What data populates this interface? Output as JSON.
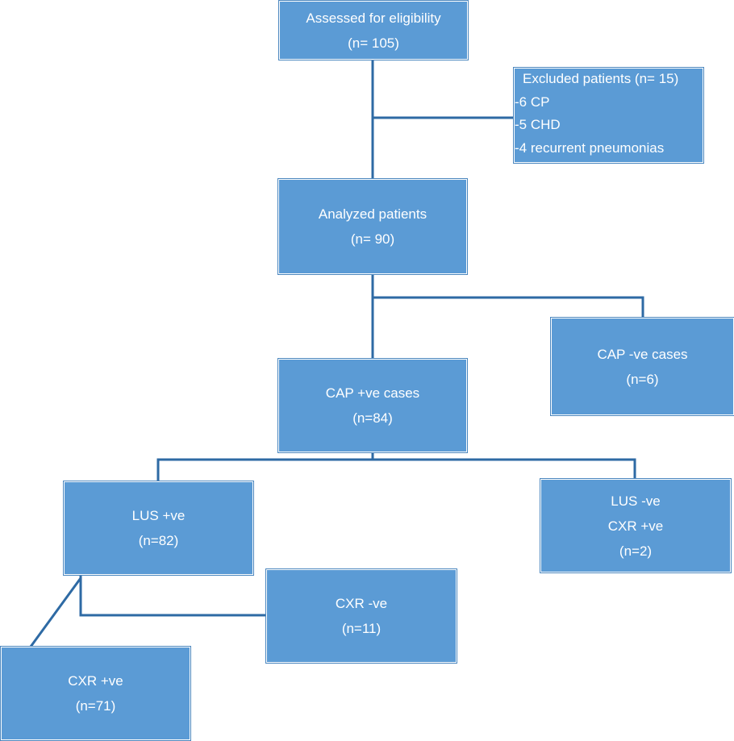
{
  "flowchart": {
    "assessed": {
      "title": "Assessed for eligibility",
      "count": "(n= 105)"
    },
    "excluded": {
      "title": "Excluded patients (n= 15)",
      "items": [
        "-6 CP",
        "-5 CHD",
        "-4 recurrent pneumonias"
      ]
    },
    "analyzed": {
      "title": "Analyzed  patients",
      "count": "(n= 90)"
    },
    "cap_negative": {
      "title": "CAP -ve cases",
      "count": "(n=6)"
    },
    "cap_positive": {
      "title": "CAP +ve cases",
      "count": "(n=84)"
    },
    "lus_positive": {
      "title": "LUS +ve",
      "count": "(n=82)"
    },
    "lus_negative": {
      "title": "LUS -ve",
      "subtitle": "CXR +ve",
      "count": "(n=2)"
    },
    "cxr_negative": {
      "title": "CXR -ve",
      "count": "(n=11)"
    },
    "cxr_positive": {
      "title": "CXR +ve",
      "count": "(n=71)"
    }
  }
}
